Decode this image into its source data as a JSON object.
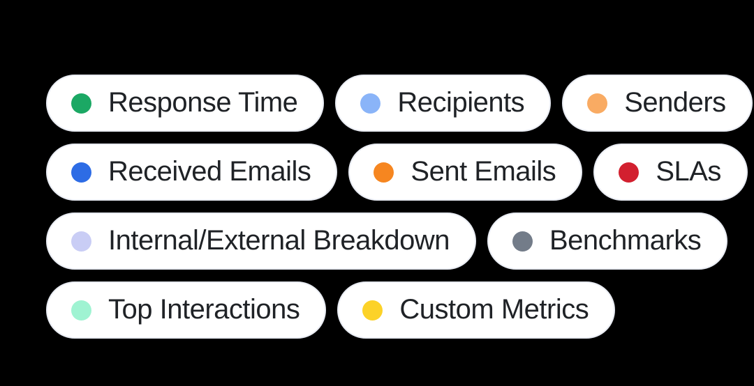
{
  "canvas": {
    "background": "#000000"
  },
  "chip_style": {
    "fill": "#ffffff",
    "border": "#e9ecf3",
    "text": "#1f2226"
  },
  "chips": [
    {
      "label": "Response Time",
      "dot_color": "#1ba864"
    },
    {
      "label": "Recipients",
      "dot_color": "#8ab4f8"
    },
    {
      "label": "Senders",
      "dot_color": "#f9ab63"
    },
    {
      "label": "Received Emails",
      "dot_color": "#2d6ce5"
    },
    {
      "label": "Sent Emails",
      "dot_color": "#f68620"
    },
    {
      "label": "SLAs",
      "dot_color": "#d2202f"
    },
    {
      "label": "Internal/External Breakdown",
      "dot_color": "#c9cdf5"
    },
    {
      "label": "Benchmarks",
      "dot_color": "#737c89"
    },
    {
      "label": "Top Interactions",
      "dot_color": "#9ff3d2"
    },
    {
      "label": "Custom Metrics",
      "dot_color": "#fcd228"
    }
  ]
}
